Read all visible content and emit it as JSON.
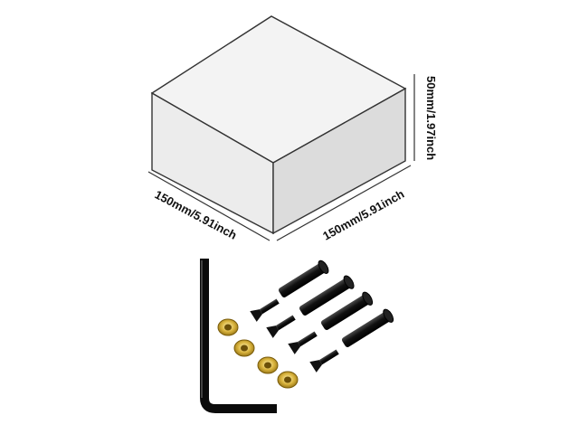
{
  "dimensions": {
    "length_left": "150mm/5.91inch",
    "length_right": "150mm/5.91inch",
    "height": "50mm/1.97inch"
  },
  "hardware": {
    "allen_key_icon": "allen-key-icon",
    "countersunk_screw_icon": "countersunk-screw-icon",
    "barrel_nut_icon": "barrel-nut-icon",
    "washer_icon": "brass-washer-icon"
  },
  "colors": {
    "box_top": "#f2f2f2",
    "box_front": "#e9e9e9",
    "box_side": "#d6d6d6",
    "edge": "#333333",
    "metal_black": "#111111",
    "brass": "#c9a227"
  }
}
